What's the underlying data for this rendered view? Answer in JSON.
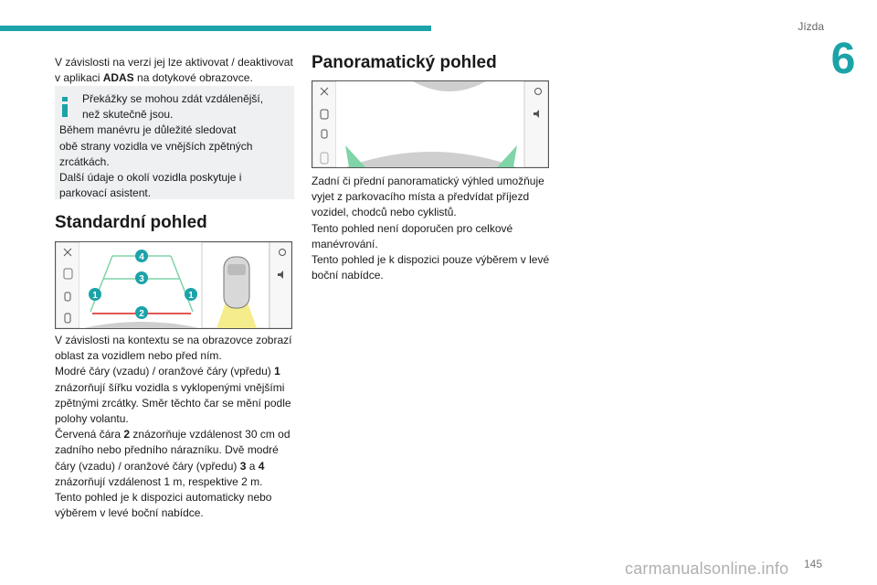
{
  "header": {
    "section": "Jízda",
    "chapter": "6"
  },
  "col1": {
    "intro": [
      "V závislosti na verzi jej lze aktivovat / deaktivovat",
      "v aplikaci ",
      "ADAS",
      " na dotykové obrazovce."
    ],
    "note": {
      "line1": "Překážky se mohou zdát vzdálenější,",
      "line2": "než skutečně jsou.",
      "line3": "Během manévru je důležité sledovat",
      "line4": "obě strany vozidla ve vnějších zpětných",
      "line5": "zrcátkách.",
      "line6": "Další údaje o okolí vozidla poskytuje i",
      "line7": "parkovací asistent."
    },
    "heading": "Standardní pohled",
    "figure_labels": [
      "1",
      "1",
      "2",
      "3",
      "4"
    ],
    "body": [
      "V závislosti na kontextu se na obrazovce zobrazí",
      "oblast za vozidlem nebo před ním.",
      "Modré čáry (vzadu) / oranžové čáry (vpředu) ",
      "1",
      "znázorňují šířku vozidla s vyklopenými vnějšími",
      "zpětnými zrcátky. Směr těchto čar se mění podle",
      "polohy volantu.",
      "Červená čára ",
      "2",
      " znázorňuje vzdálenost 30 cm od",
      "zadního nebo předního nárazníku. Dvě modré",
      "čáry (vzadu) / oranžové čáry (vpředu) ",
      "3",
      " a ",
      "4",
      "znázorňují vzdálenost 1 m, respektive 2 m.",
      "Tento pohled je k dispozici automaticky nebo",
      "výběrem v levé boční nabídce."
    ]
  },
  "col2": {
    "heading": "Panoramatický pohled",
    "body": [
      "Zadní či přední panoramatický výhled umožňuje",
      "vyjet z parkovacího místa a předvídat příjezd",
      "vozidel, chodců nebo cyklistů.",
      "Tento pohled není doporučen pro celkové",
      "manévrování.",
      "Tento pohled je k dispozici pouze výběrem v levé",
      "boční nabídce."
    ]
  },
  "footer": {
    "page": "145",
    "watermark": "carmanualsonline.info"
  },
  "colors": {
    "accent": "#1ba3a8",
    "red_line": "#d81e1e",
    "green_line": "#7fd4a8",
    "yellow_area": "#f5ec8c"
  }
}
